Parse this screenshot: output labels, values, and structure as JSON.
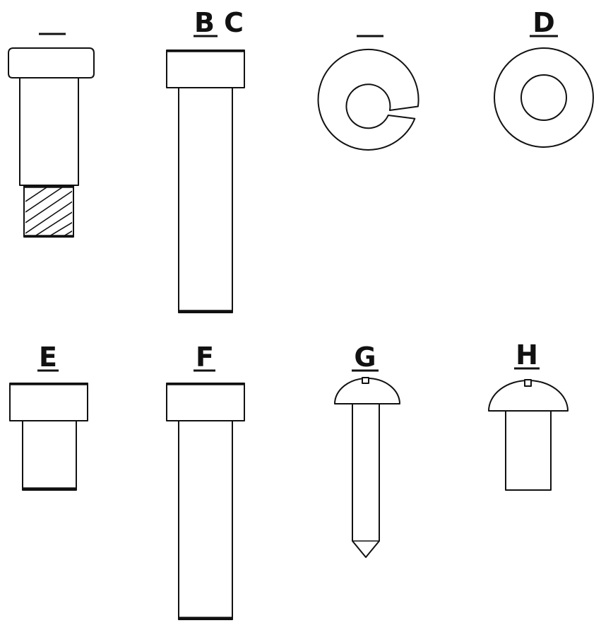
{
  "colors": {
    "ink": "#111111",
    "background": "#ffffff"
  },
  "labels": {
    "a": "",
    "bc": "B C",
    "wash1": "",
    "d": "D",
    "e": "E",
    "f": "F",
    "g": "G",
    "h": "H"
  }
}
